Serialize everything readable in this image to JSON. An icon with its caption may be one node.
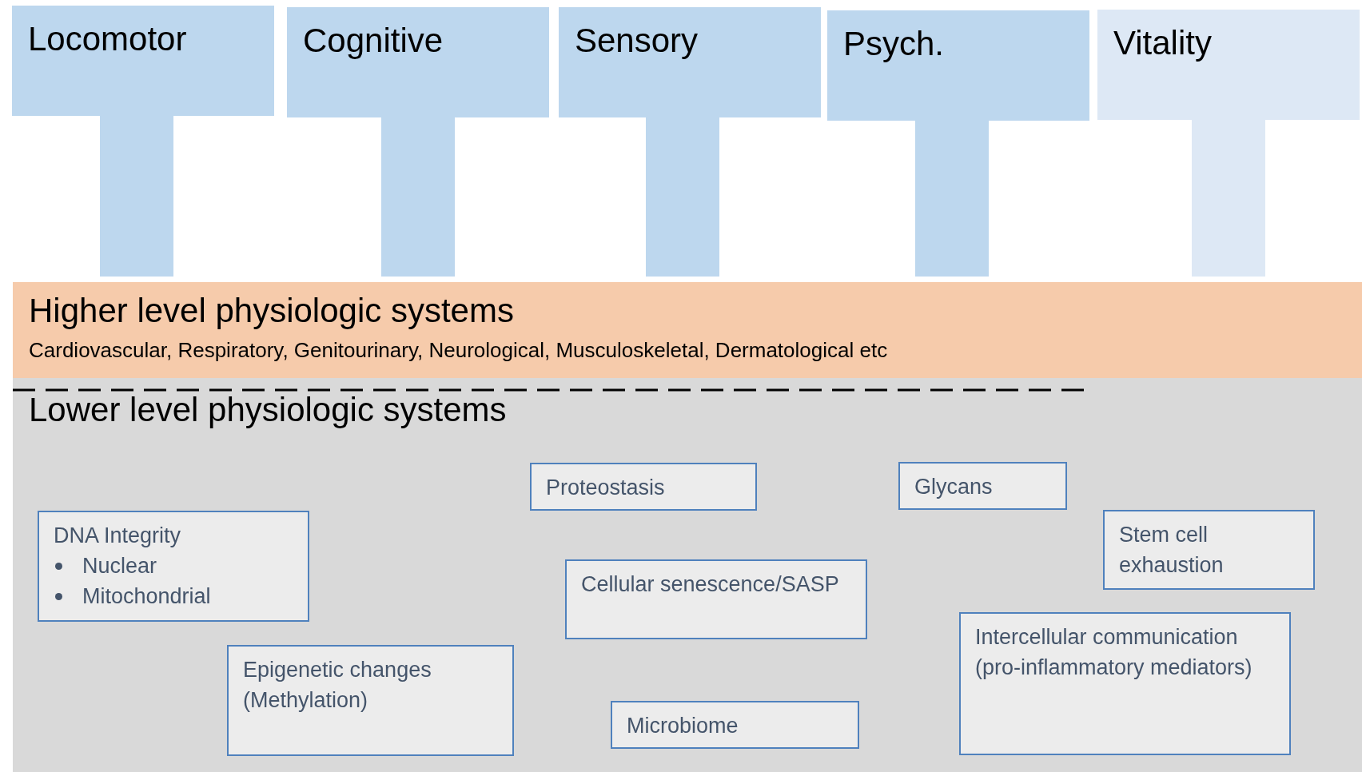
{
  "diagram": {
    "nodes": [
      {
        "text": [
          "Locomotor"
        ]
      },
      {
        "text": [
          "Cognitive"
        ]
      },
      {
        "text": [
          "Sensory"
        ]
      },
      {
        "text": [
          "Psych."
        ]
      },
      {
        "text": [
          "Vitality"
        ]
      },
      {
        "text": [
          "Higher level physiologic systems",
          "Cardiovascular, Respiratory, Genitourinary, Neurological, Musculoskeletal, Dermatological etc"
        ]
      },
      {
        "text": [
          "Lower level physiologic systems"
        ]
      },
      {
        "text": [
          "Proteostasis"
        ],
        "in": 6
      },
      {
        "text": [
          "Glycans"
        ],
        "in": 6
      },
      {
        "text": [
          "DNA Integrity",
          "Nuclear",
          "Mitochondrial"
        ],
        "in": 6
      },
      {
        "text": [
          "Stem cell exhaustion"
        ],
        "in": 6
      },
      {
        "text": [
          "Cellular senescence/SASP"
        ],
        "in": 6
      },
      {
        "text": [
          "Intercellular communication (pro-inflammatory mediators)"
        ],
        "in": 6
      },
      {
        "text": [
          "Epigenetic changes (Methylation)"
        ],
        "in": 6
      },
      {
        "text": [
          "Microbiome"
        ],
        "in": 6
      }
    ]
  }
}
